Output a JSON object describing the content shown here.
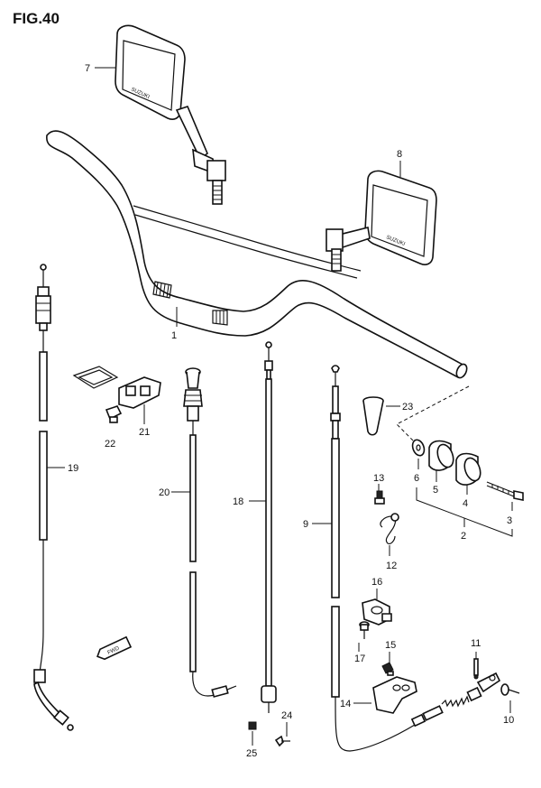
{
  "figure": {
    "title": "FIG.40"
  },
  "callouts": [
    "1",
    "2",
    "3",
    "4",
    "5",
    "6",
    "7",
    "8",
    "9",
    "10",
    "11",
    "12",
    "13",
    "14",
    "15",
    "16",
    "17",
    "18",
    "19",
    "20",
    "21",
    "22",
    "23",
    "24",
    "25"
  ],
  "mirror_text": "SUZUKI",
  "fwd_text": "FWD"
}
